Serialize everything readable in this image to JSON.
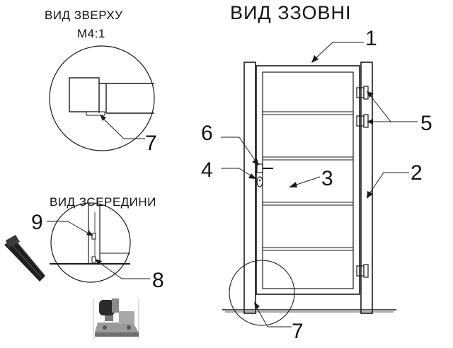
{
  "titles": {
    "top_view": "ВИД ЗВЕРХУ",
    "top_view_scale": "М4:1",
    "inside_view": "ВИД ЗСЕРЕДИНИ",
    "outside_view": "ВИД ЗЗОВНІ"
  },
  "callouts": {
    "c1": "1",
    "c2": "2",
    "c3": "3",
    "c4": "4",
    "c5": "5",
    "c6": "6",
    "c7_top": "7",
    "c7_bottom": "7",
    "c8": "8",
    "c9": "9"
  },
  "colors": {
    "line": "#1a1a1a",
    "background": "#ffffff",
    "photo_metal": "#8a8a8a",
    "photo_dark": "#2a2a2a"
  }
}
